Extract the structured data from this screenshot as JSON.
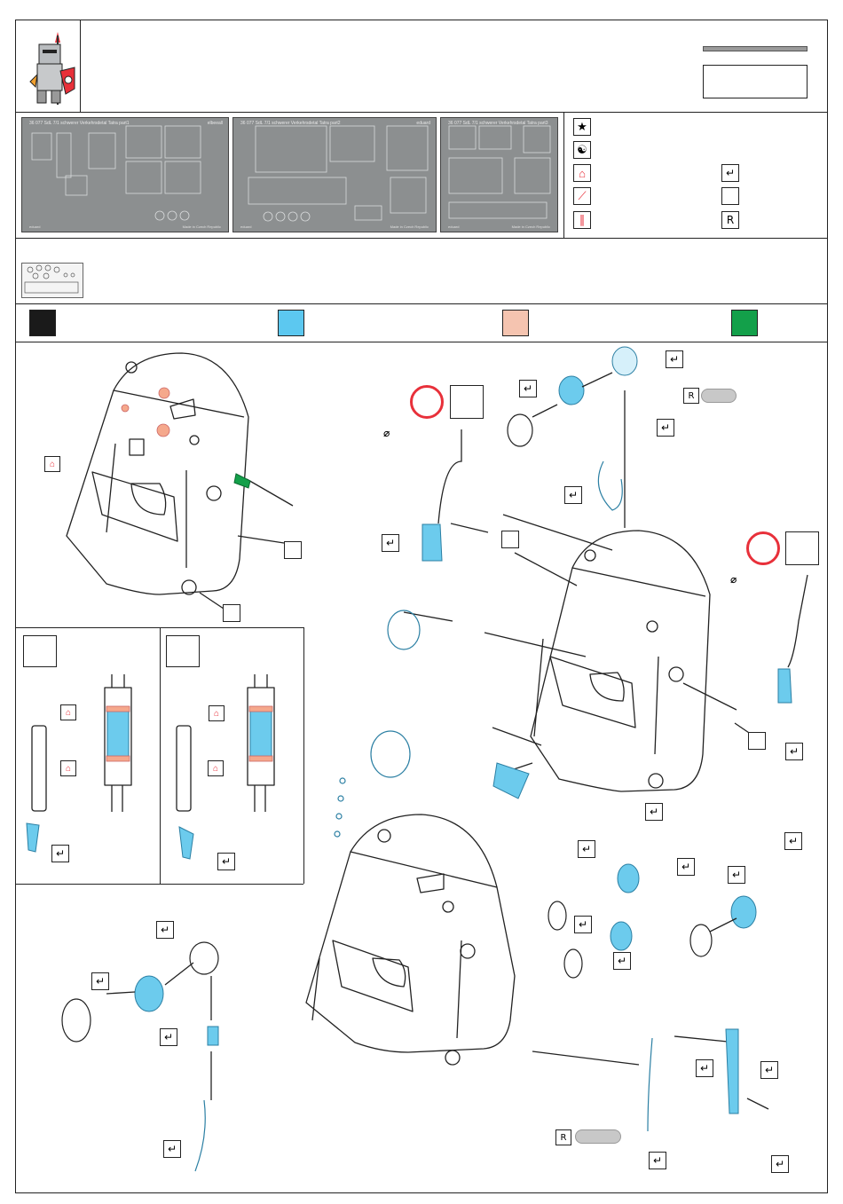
{
  "sheets": [
    {
      "title": "36 077 SdL 7/1 schwerer Verkehrsdetal Tatra part1",
      "tag": "elbeeall",
      "foot_left": "eduard",
      "foot_right": "Made in Czech Republic"
    },
    {
      "title": "36 077 SdL 7/1 schwerer Verkehrsdetal Tatra part2",
      "tag": "eduard",
      "foot_left": "eduard",
      "foot_right": "Made in Czech Republic"
    },
    {
      "title": "36 077 SdL 7/1 schwerer Verkehrsdetal Tatra part3",
      "tag": "",
      "foot_left": "eduard",
      "foot_right": "Made in Czech Republic"
    }
  ],
  "legend_icons": [
    "star-icon",
    "yin-yang-icon",
    "bend-icon",
    "cut-icon",
    "rolled-icon"
  ],
  "symbols": {
    "diameter": "⌀",
    "check": "↵",
    "r_mark": "R"
  },
  "colors": {
    "black": "#1a1a1a",
    "light_blue": "#5cc8f0",
    "pink": "#f5c4b0",
    "green": "#13a04a",
    "red": "#e8303a",
    "part_blue": "#6ccbed"
  }
}
